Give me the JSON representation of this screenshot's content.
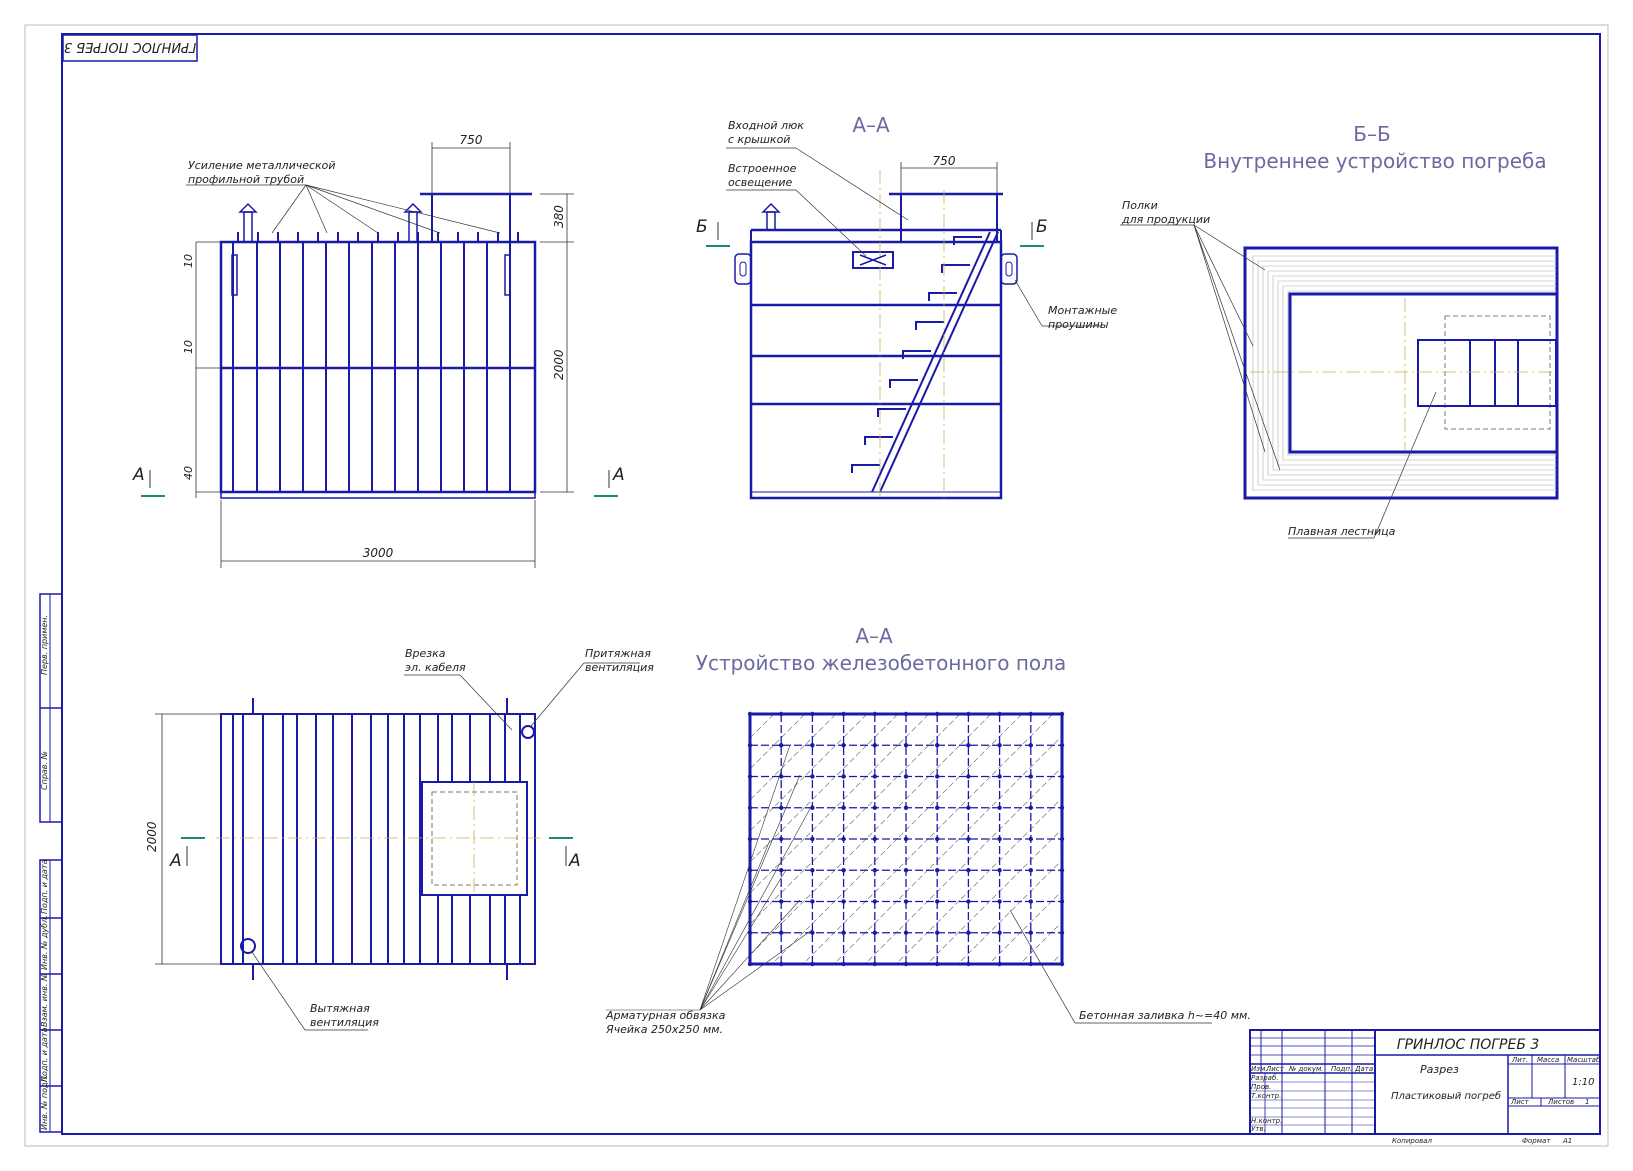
{
  "drawing_title_corner": "ГРИНЛОС ПОГРЕБ 3",
  "front_view": {
    "callout_reinforcement": [
      "Усиление металлической",
      "профильной трубой"
    ],
    "dims": {
      "hatch_width": "750",
      "height_380": "380",
      "height_total": "2000",
      "width_total": "3000",
      "d10a": "10",
      "d10b": "10",
      "d40": "40"
    },
    "section_mark": "А"
  },
  "section_aa": {
    "title": "А–А",
    "callout_hatch": [
      "Входной люк",
      "с крышкой"
    ],
    "callout_light": [
      "Встроенное",
      "освещение"
    ],
    "callout_lugs": [
      "Монтажные",
      "проушины"
    ],
    "dim_750": "750",
    "section_mark": "Б"
  },
  "section_bb": {
    "title": "Б–Б",
    "subtitle": "Внутреннее устройство погреба",
    "callout_shelves": [
      "Полки",
      "для продукции"
    ],
    "callout_stairs": "Плавная лестница"
  },
  "top_view": {
    "callout_cable": [
      "Врезка",
      "эл. кабеля"
    ],
    "callout_supply": [
      "Притяжная",
      "вентиляция"
    ],
    "callout_exhaust": [
      "Вытяжная",
      "вентиляция"
    ],
    "dim_2000": "2000",
    "section_mark": "А"
  },
  "floor": {
    "title": "А–А",
    "subtitle": "Устройство железобетонного пола",
    "callout_rebar": [
      "Арматурная обвязка",
      "Ячейка 250х250 мм."
    ],
    "callout_concrete": "Бетонная заливка h~=40 мм."
  },
  "left_strip": [
    "Перв. примен.",
    "Справ. №",
    "Подп. и дата",
    "Инв. № дубл.",
    "Взам. инв. №",
    "Подп. и дата",
    "Инв. № подл."
  ],
  "title_block": {
    "name": "ГРИНЛОС ПОГРЕБ 3",
    "desc1": "Разрез",
    "desc2": "Пластиковый погреб",
    "head_cols": [
      "Изм.",
      "Лист",
      "№ докум.",
      "Подп.",
      "Дата"
    ],
    "rows": [
      "Разраб.",
      "Пров.",
      "Т.контр.",
      "",
      "Н.контр.",
      "Утв."
    ],
    "lit": "Лит.",
    "mass": "Масса",
    "scale_label": "Масштаб",
    "scale": "1:10",
    "sheet": "Лист",
    "sheets": "Листов",
    "sheets_val": "1",
    "copied": "Копировал",
    "format_label": "Формат",
    "format": "А1"
  },
  "colors": {
    "line": "#1a1aa8",
    "thin": "#333333",
    "axis": "#c8b050"
  }
}
